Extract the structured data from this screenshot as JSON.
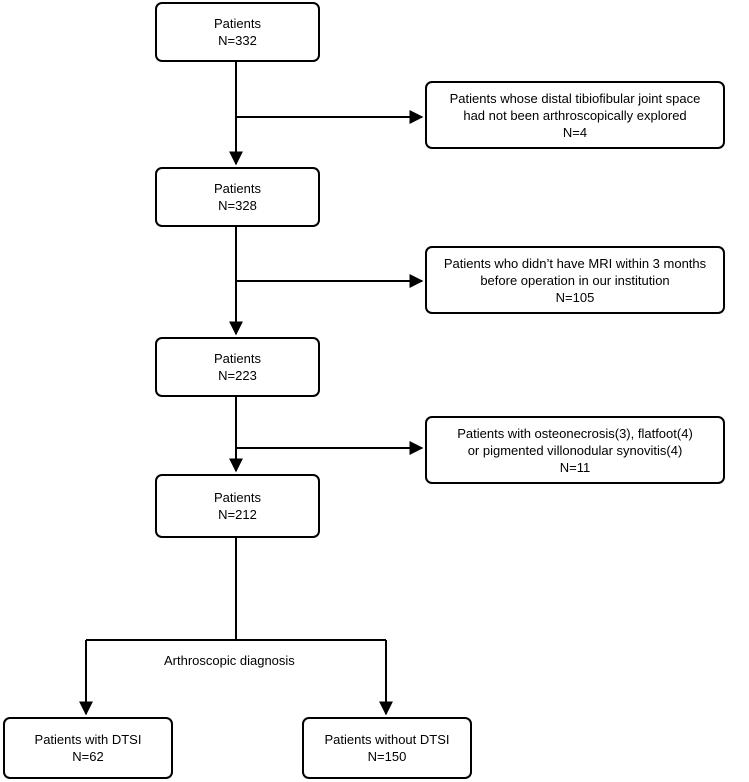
{
  "main_steps": [
    {
      "label": "Patients",
      "count": "N=332"
    },
    {
      "label": "Patients",
      "count": "N=328"
    },
    {
      "label": "Patients",
      "count": "N=223"
    },
    {
      "label": "Patients",
      "count": "N=212"
    }
  ],
  "exclusions": [
    {
      "line1": "Patients whose distal tibiofibular joint space",
      "line2": "had not been arthroscopically explored",
      "count": "N=4"
    },
    {
      "line1": "Patients who didn’t have MRI within 3 months",
      "line2": "before operation in our institution",
      "count": "N=105"
    },
    {
      "line1": "Patients with osteonecrosis(3), flatfoot(4)",
      "line2": "or pigmented villonodular synovitis(4)",
      "count": "N=11"
    }
  ],
  "split_label": "Arthroscopic diagnosis",
  "outcomes": [
    {
      "label": "Patients with DTSI",
      "count": "N=62"
    },
    {
      "label": "Patients without DTSI",
      "count": "N=150"
    }
  ],
  "colors": {
    "line": "#000000",
    "box_border": "#000000",
    "background": "#ffffff"
  }
}
